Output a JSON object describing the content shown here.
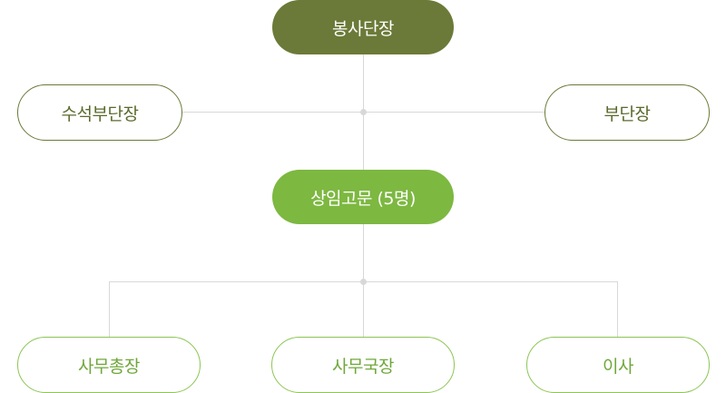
{
  "org_chart": {
    "head": "봉사단장",
    "senior_vice": "수석부단장",
    "vice": "부단장",
    "advisors": "상임고문 (5명)",
    "secretary_general": "사무총장",
    "secretariat_director": "사무국장",
    "director": "이사"
  },
  "colors": {
    "head_fill": "#6b7a38",
    "advisor_fill": "#7db841",
    "outline_dark": "#6b7a38",
    "outline_light": "#8cc654",
    "connector": "#d8d8d8"
  }
}
